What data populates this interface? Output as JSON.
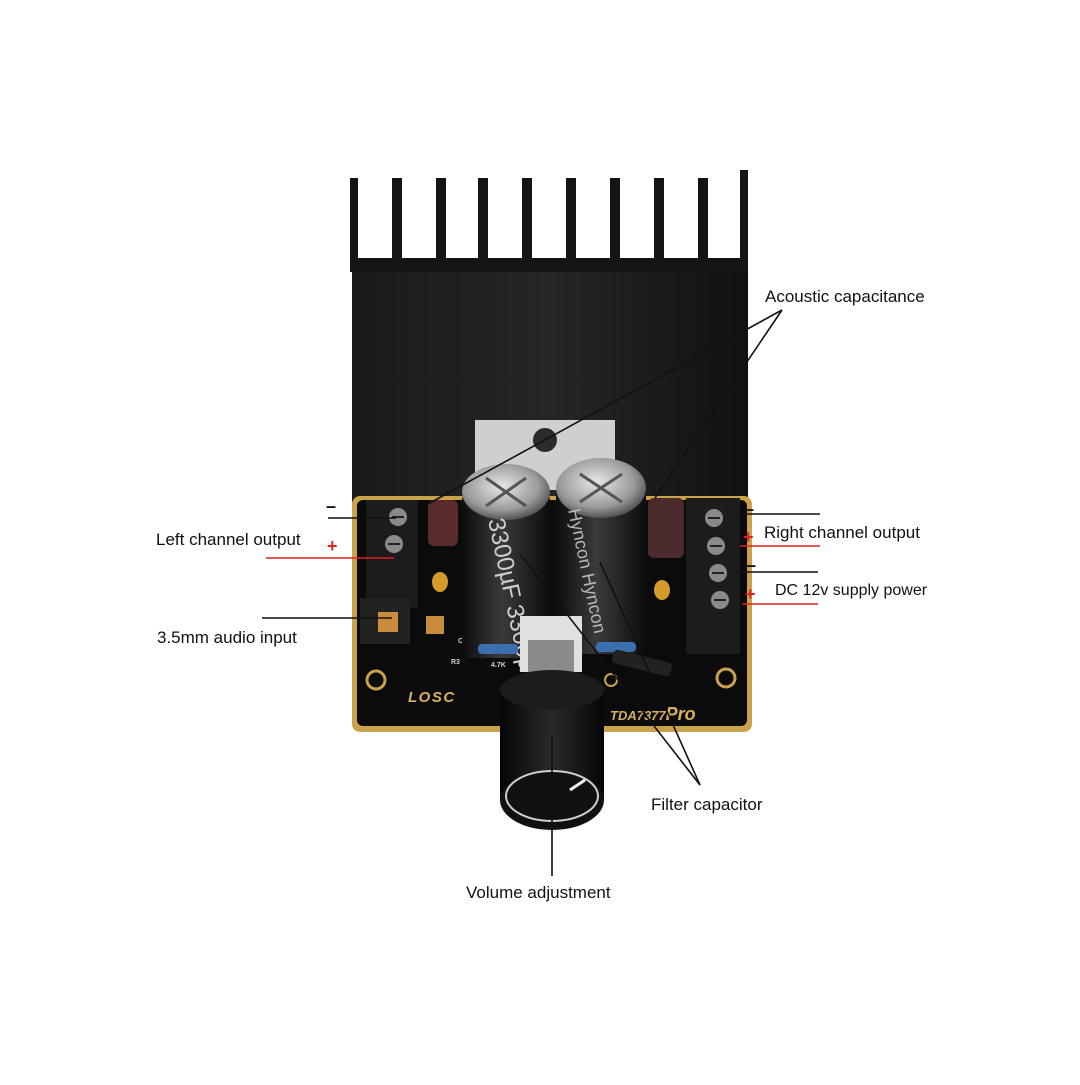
{
  "labels": {
    "acoustic": "Acoustic capacitance",
    "left_output": "Left channel output",
    "right_output": "Right channel output",
    "dc_power": "DC 12v supply power",
    "audio_input": "3.5mm audio input",
    "filter": "Filter capacitor",
    "volume": "Volume adjustment"
  },
  "polarity": {
    "plus": "+",
    "minus": "–"
  },
  "board": {
    "brand": "LOSC",
    "model": "TDA7377",
    "model_suffix": "Pro",
    "cap_left_print": "3300µF 3300µ",
    "cap_right_print": "Hyncon Hyncon",
    "resistor_label": "4.7K",
    "ref_r3": "R3",
    "ref_c3": "C3"
  },
  "colors": {
    "heatsink": "#141414",
    "pcb": "#0b0b0b",
    "pcb_edge": "#c9a24a",
    "terminal": "#1c1c1c",
    "polarity_plus": "#e02020",
    "leader_line": "#111111"
  }
}
